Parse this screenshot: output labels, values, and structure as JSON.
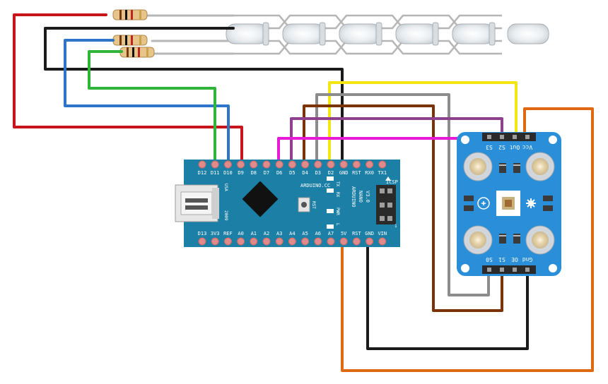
{
  "arduino": {
    "top_pins": [
      "D12",
      "D11",
      "D10",
      "D9",
      "D8",
      "D7",
      "D6",
      "D5",
      "D4",
      "D3",
      "D2",
      "GND",
      "RST",
      "RX0",
      "TX1"
    ],
    "bottom_pins": [
      "D13",
      "3V3",
      "REF",
      "A0",
      "A1",
      "A2",
      "A3",
      "A4",
      "A5",
      "A6",
      "A7",
      "5V",
      "RST",
      "GND",
      "VIN"
    ],
    "brand": "ARDUINO.CC",
    "name_line1": "ARDUINO",
    "name_line2": "NANO",
    "name_line3": "V3.0",
    "usa": "USA",
    "year": "2009",
    "icsp": "ICSP",
    "rst_label": "RST",
    "tx_label": "TX",
    "rx_label": "RX",
    "pwr_label": "PWR",
    "l_label": "L",
    "icsp_pin_1": "1"
  },
  "sensor": {
    "top_pins": [
      "S3",
      "S2",
      "Out",
      "Vcc"
    ],
    "bottom_pins": [
      "S0",
      "S1",
      "OE",
      "Gnd"
    ]
  },
  "colors": {
    "red": "#c8141b",
    "black": "#1a1a1a",
    "blue": "#2e74c9",
    "green": "#2fb53a",
    "yellow": "#f2e613",
    "gray": "#8c8c8c",
    "brown": "#7a3307",
    "purple": "#8e3f8e",
    "magenta": "#e81ad7",
    "orange": "#df6813",
    "board": "#1b7fa6",
    "sensor_board": "#2a8fd8"
  }
}
